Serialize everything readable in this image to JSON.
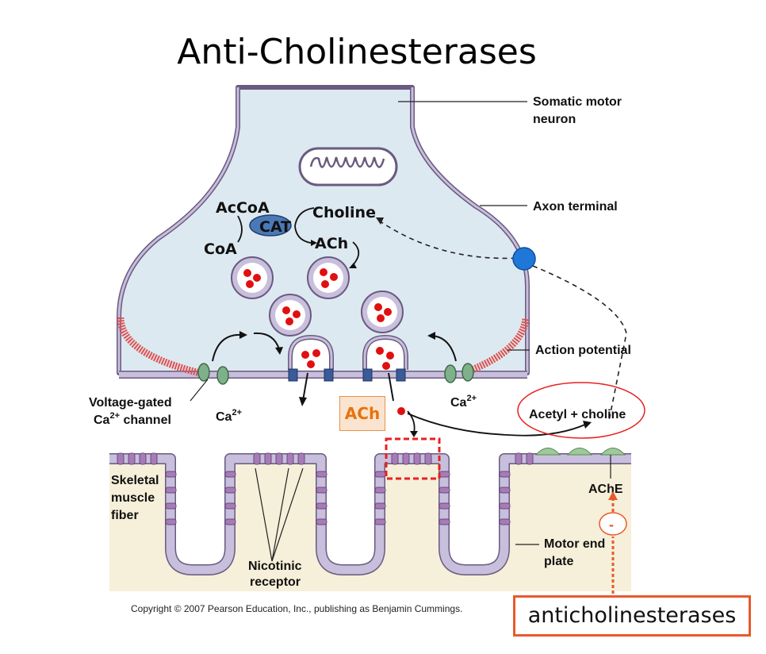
{
  "title": "Anti-Cholinesterases",
  "labels": {
    "somatic_line1": "Somatic motor",
    "somatic_line2": "neuron",
    "axon_terminal": "Axon terminal",
    "action_potential": "Action potential",
    "vg_line1": "Voltage-gated",
    "vg_line2_a": "Ca",
    "vg_line2_sup": "2+",
    "vg_line2_b": " channel",
    "ca_base": "Ca",
    "ca_sup": "2+",
    "skeletal_line1": "Skeletal",
    "skeletal_line2": "muscle",
    "skeletal_line3": "fiber",
    "nicotinic_line1": "Nicotinic",
    "nicotinic_line2": "receptor",
    "ache": "AChE",
    "motor_line1": "Motor end",
    "motor_line2": "plate",
    "acetyl_choline": "Acetyl + choline",
    "minus": "-"
  },
  "chemistry": {
    "accoa": "AcCoA",
    "cat": "CAT",
    "choline": "Choline",
    "coa": "CoA",
    "ach": "ACh"
  },
  "ach_box": "ACh",
  "anticholinesterases": "anticholinesterases",
  "copyright": "Copyright © 2007 Pearson Education, Inc., publishing as Benjamin Cummings.",
  "colors": {
    "neuron_fill": "#dde9f0",
    "membrane": "#c8bfdc",
    "membrane_edge": "#6a5a80",
    "muscle_fill": "#f6efd9",
    "action_potential": "#e05050",
    "vesicle_dot": "#e01010",
    "cat_fill": "#4b79b8",
    "transporter": "#1f78d8",
    "ache_bump": "#9ec99a",
    "ca_channel": "#7eb08a",
    "receptor_block": "#3a5a98",
    "highlight_red": "#e82020",
    "accent_orange": "#e85a2a"
  }
}
